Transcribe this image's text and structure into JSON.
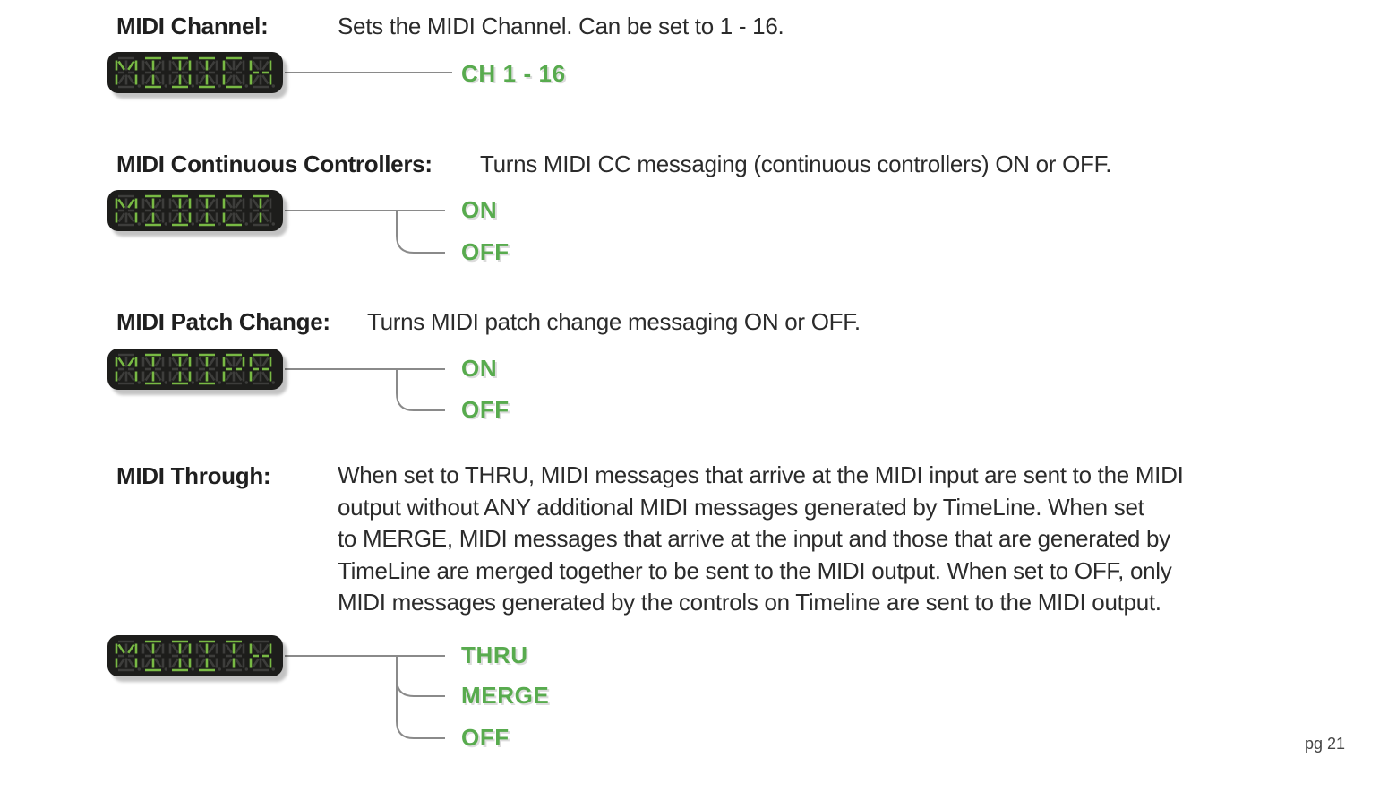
{
  "page": {
    "page_number": "pg 21"
  },
  "colors": {
    "accent_green": "#58ab4e",
    "led_lit": "#78b944",
    "led_unlit": "#3d3d3b",
    "led_bg": "#1d1d1b",
    "wire_gray": "#8a8a8a",
    "heading_black": "#1f1f1f"
  },
  "sections": [
    {
      "id": "midi-channel",
      "heading": "MIDI Channel:",
      "description": "Sets the MIDI Channel. Can be set to 1 - 16.",
      "display_text": "MIDICH",
      "options": [
        "CH 1 - 16"
      ]
    },
    {
      "id": "midi-continuous-controllers",
      "heading": "MIDI Continuous Controllers:",
      "description": "Turns MIDI CC messaging (continuous controllers) ON or OFF.",
      "display_text": "MIDICT",
      "options": [
        "ON",
        "OFF"
      ]
    },
    {
      "id": "midi-patch-change",
      "heading": "MIDI Patch Change:",
      "description": "Turns MIDI patch change messaging ON or OFF.",
      "display_text": "MIDIPA",
      "options": [
        "ON",
        "OFF"
      ]
    },
    {
      "id": "midi-through",
      "heading": "MIDI Through:",
      "description": "When set to THRU, MIDI messages that arrive at the MIDI input are sent to the MIDI\noutput without ANY additional MIDI messages generated by TimeLine. When set\nto MERGE, MIDI messages that arrive at the input and those that are generated by\nTimeLine are merged together to be sent to the MIDI output. When set to OFF, only\nMIDI messages generated by the controls on Timeline are sent to the MIDI output.",
      "display_text": "MIDITH",
      "options": [
        "THRU",
        "MERGE",
        "OFF"
      ]
    }
  ]
}
